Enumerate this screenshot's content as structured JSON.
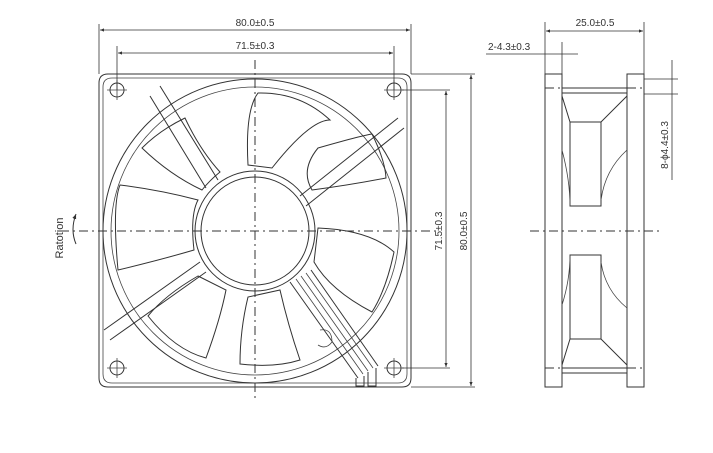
{
  "drawing": {
    "front_view": {
      "width_overall": "80.0±0.5",
      "hole_pitch_horizontal": "71.5±0.3",
      "hole_pitch_vertical": "71.5±0.3",
      "height_overall": "80.0±0.5",
      "rotation_label": "Ratotion"
    },
    "side_view": {
      "depth": "25.0±0.5",
      "flange_thickness": "2-4.3±0.3",
      "mounting_hole": "8-ϕ4.4±0.3"
    }
  }
}
